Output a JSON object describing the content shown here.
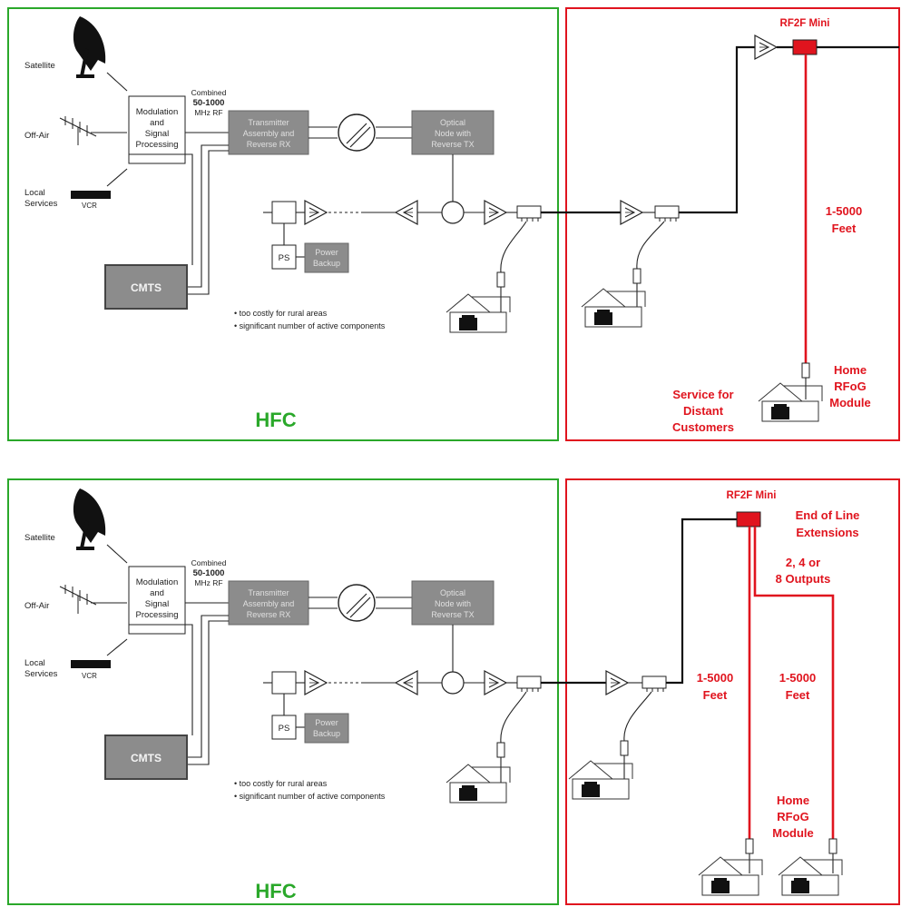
{
  "panels": [
    {
      "sources": {
        "satellite": "Satellite",
        "off_air": "Off-Air",
        "local_line1": "Local",
        "local_line2": "Services",
        "vcr": "VCR"
      },
      "modulation": [
        "Modulation",
        "and",
        "Signal",
        "Processing"
      ],
      "combined": [
        "Combined",
        "50-1000",
        "MHz RF"
      ],
      "transmitter": [
        "Transmitter",
        "Assembly and",
        "Reverse RX"
      ],
      "optical_node": [
        "Optical",
        "Node with",
        "Reverse TX"
      ],
      "cmts": "CMTS",
      "ps": "PS",
      "power_backup": [
        "Power",
        "Backup"
      ],
      "notes": [
        "• too costly for rural areas",
        "• significant number of active components"
      ],
      "hfc_label": "HFC",
      "rf2f_label": "RF2F Mini",
      "distance": [
        "1-5000",
        "Feet"
      ],
      "home_module": [
        "Home",
        "RFoG",
        "Module"
      ],
      "service": [
        "Service for",
        "Distant",
        "Customers"
      ]
    },
    {
      "sources": {
        "satellite": "Satellite",
        "off_air": "Off-Air",
        "local_line1": "Local",
        "local_line2": "Services",
        "vcr": "VCR"
      },
      "modulation": [
        "Modulation",
        "and",
        "Signal",
        "Processing"
      ],
      "combined": [
        "Combined",
        "50-1000",
        "MHz RF"
      ],
      "transmitter": [
        "Transmitter",
        "Assembly and",
        "Reverse RX"
      ],
      "optical_node": [
        "Optical",
        "Node with",
        "Reverse TX"
      ],
      "cmts": "CMTS",
      "ps": "PS",
      "power_backup": [
        "Power",
        "Backup"
      ],
      "notes": [
        "• too costly for rural areas",
        "• significant number of active components"
      ],
      "hfc_label": "HFC",
      "rf2f_label": "RF2F Mini",
      "end_of_line": [
        "End of Line",
        "Extensions"
      ],
      "outputs": [
        "2, 4 or",
        "8 Outputs"
      ],
      "distance_a": [
        "1-5000",
        "Feet"
      ],
      "distance_b": [
        "1-5000",
        "Feet"
      ],
      "home_module": [
        "Home",
        "RFoG",
        "Module"
      ]
    }
  ],
  "colors": {
    "hfc_border": "#2aa82a",
    "rfog_border": "#e0141e",
    "red_text": "#e0141e",
    "gray_block": "#8c8c8c"
  }
}
